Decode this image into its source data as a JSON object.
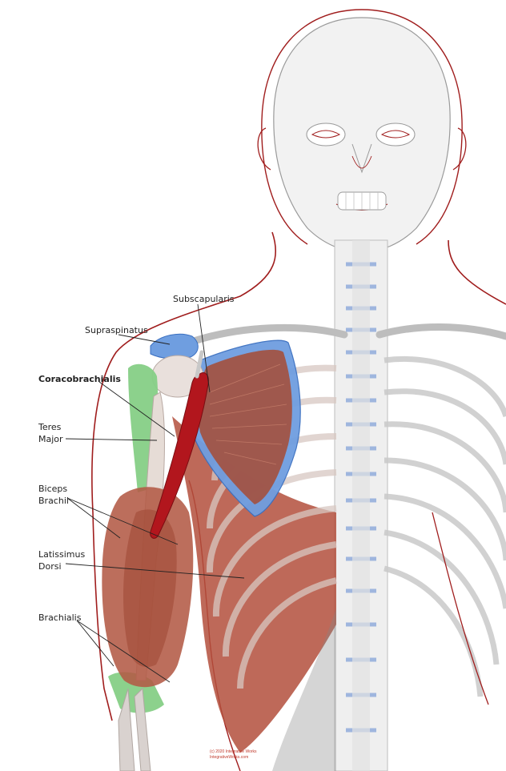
{
  "labels": {
    "subscapularis": "Subscapularis",
    "supraspinatus": "Supraspinatus",
    "coracobrachialis": "Coracobrachialis",
    "teres_major_1": "Teres",
    "teres_major_2": "Major",
    "biceps_1": "Biceps",
    "biceps_2": "Brachii",
    "latissimus_1": "Latissimus",
    "latissimus_2": "Dorsi",
    "brachialis": "Brachialis"
  },
  "copyright": {
    "line1": "(c) 2020 Integrative Works",
    "line2": "IntegrativeWorks.com"
  },
  "colors": {
    "outline": "#a01d1d",
    "muscle": "#b34f3c",
    "muscle_light": "#c98d78",
    "highlight": "#b2161d",
    "scapula_blue": "#5b8fd6",
    "green": "#7fc880",
    "bone": "#eeeeee",
    "disc": "#a9c1e6"
  }
}
